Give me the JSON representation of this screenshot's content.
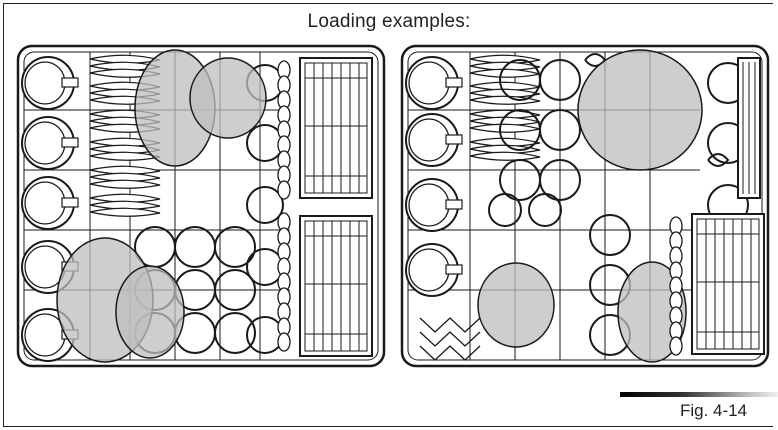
{
  "title": "Loading examples:",
  "figure_label": "Fig. 4-14",
  "colors": {
    "line": "#1a1a1a",
    "shaded_dish": "#bdbdbd",
    "background": "#ffffff"
  },
  "racks": [
    {
      "name": "left-rack",
      "plates": 5,
      "bowls": 4
    },
    {
      "name": "right-rack",
      "plates": 4,
      "bowls": 3
    }
  ]
}
